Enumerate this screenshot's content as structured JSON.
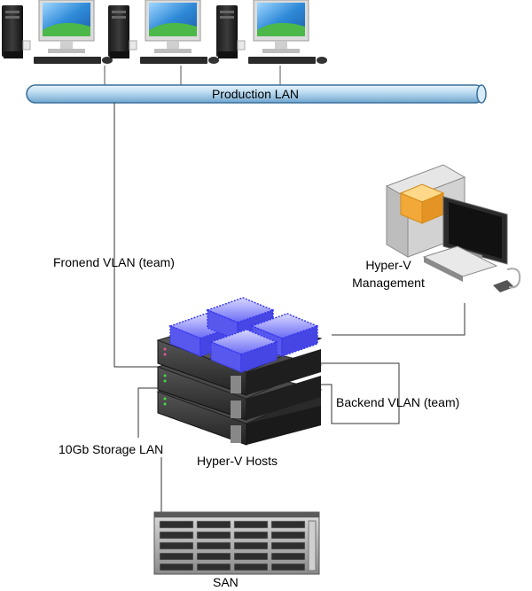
{
  "diagram": {
    "production_lan": "Production LAN",
    "frontend_vlan": "Fronend VLAN (team)",
    "management": "Hyper-V\nManagement",
    "management_line1": "Hyper-V",
    "management_line2": "Management",
    "backend_vlan": "Backend VLAN (team)",
    "storage_lan": "10Gb Storage LAN",
    "hosts": "Hyper-V Hosts",
    "san": "SAN",
    "workstation_count": 3
  },
  "colors": {
    "pipe_fill": "#b9d9ef",
    "pipe_stroke": "#3a6f99",
    "vm_blue": "#3a3af0",
    "server_dark": "#3a3a3a",
    "monitor_screen": "#2f8ad8",
    "mgmt_cube": "#f0a93a"
  },
  "icons": [
    "workstation-icon",
    "server-rack-icon",
    "virtual-machine-icon",
    "management-pc-icon",
    "san-storage-icon"
  ]
}
